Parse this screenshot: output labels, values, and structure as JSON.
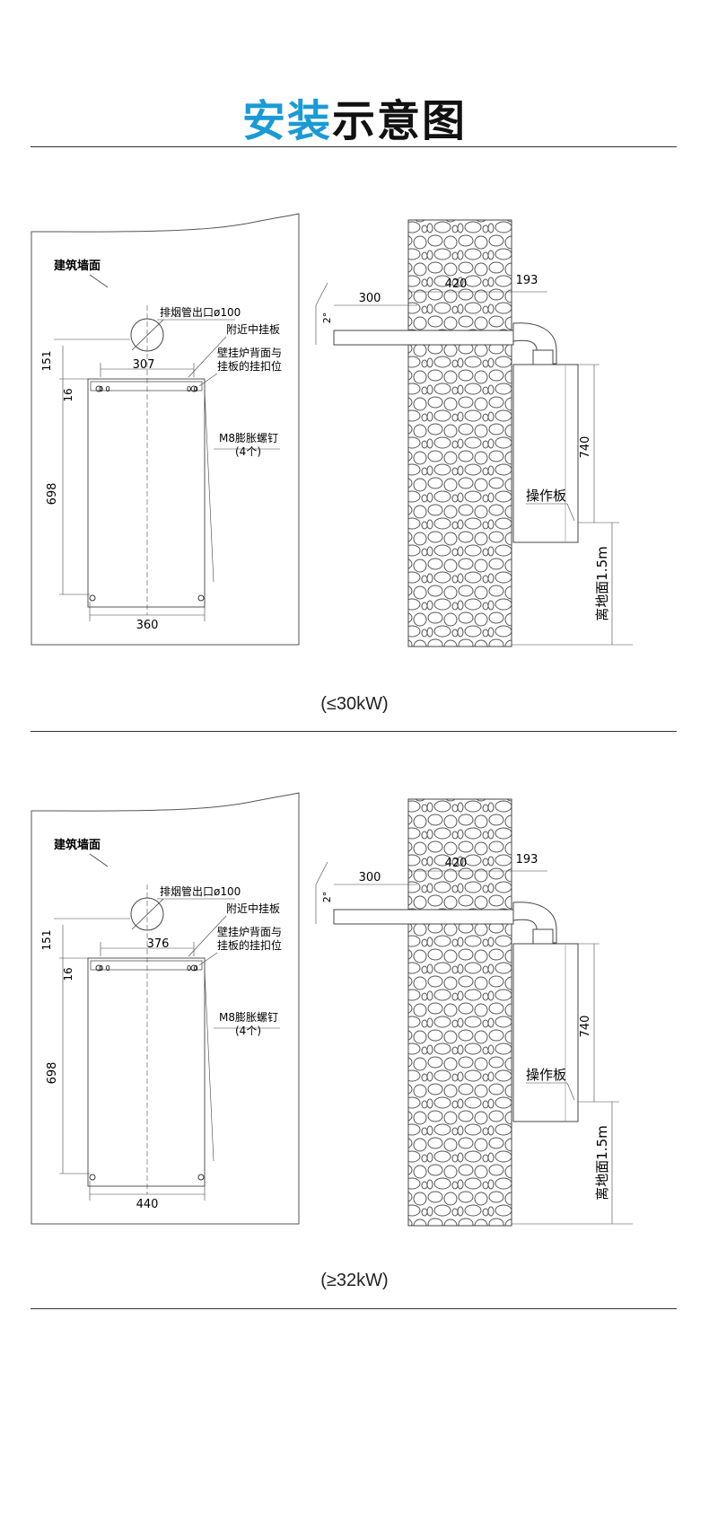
{
  "title": {
    "part1": "安装",
    "part2": "示意图"
  },
  "colors": {
    "accent": "#1a9ad6",
    "line": "#333333"
  },
  "labels": {
    "wall": "建筑墙面",
    "flue_outlet": "排烟管出口ø100",
    "middle_bracket": "附近中挂板",
    "bracket_pos_1": "壁挂炉背面与",
    "bracket_pos_2": "挂板的挂扣位",
    "screw_1": "M8膨胀螺钉",
    "screw_2": "(4个)",
    "panel": "操作板",
    "floor_height": "离地面1.5m",
    "angle": "2°",
    "hole_mark": "0 0"
  },
  "diagrams": [
    {
      "caption": "(≤30kW)",
      "dims": {
        "top_width": "307",
        "bottom_width": "360",
        "height_151": "151",
        "height_16": "16",
        "height_698": "698",
        "pipe_300": "300",
        "wall_420": "420",
        "offset_193": "193",
        "unit_740": "740"
      }
    },
    {
      "caption": "(≥32kW)",
      "dims": {
        "top_width": "376",
        "bottom_width": "440",
        "height_151": "151",
        "height_16": "16",
        "height_698": "698",
        "pipe_300": "300",
        "wall_420": "420",
        "offset_193": "193",
        "unit_740": "740"
      }
    }
  ]
}
